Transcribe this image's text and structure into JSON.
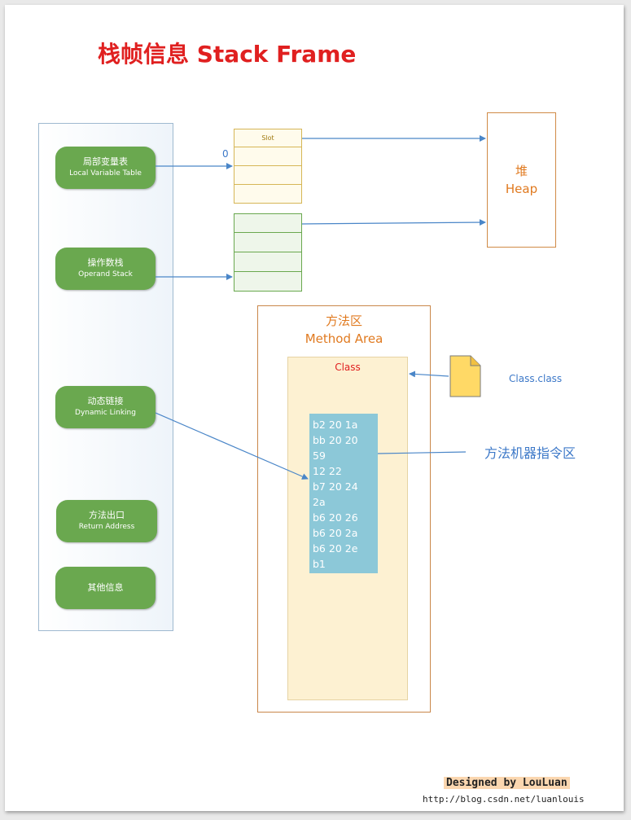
{
  "title": "栈帧信息  Stack Frame",
  "stack_items": [
    {
      "zh": "局部变量表",
      "en": "Local Variable Table"
    },
    {
      "zh": "操作数栈",
      "en": "Operand Stack"
    },
    {
      "zh": "动态链接",
      "en": "Dynamic Linking"
    },
    {
      "zh": "方法出口",
      "en": "Return Address"
    },
    {
      "zh": "其他信息",
      "en": ""
    }
  ],
  "slot_label": "Slot",
  "slot_index": "0",
  "heap": {
    "zh": "堆",
    "en": "Heap"
  },
  "method_area": {
    "zh": "方法区",
    "en": "Method Area"
  },
  "class_label": "Class",
  "bytecode": [
    "b2 20 1a",
    "bb 20 20",
    "59",
    "12 22",
    "b7 20 24",
    "2a",
    "b6 20 26",
    "b6 20 2a",
    "b6 20 2e",
    "b1"
  ],
  "class_file": "Class.class",
  "instruction_area": "方法机器指令区",
  "credit": {
    "designer": "Designed by LouLuan",
    "url": "http://blog.csdn.net/luanlouis"
  },
  "colors": {
    "title": "#e02020",
    "pill": "#6aa84f",
    "heap_text": "#e07a20",
    "arrow": "#4a86c8",
    "bytecode_bg": "#8cc8d8",
    "class_bg": "#fdf1d2"
  }
}
